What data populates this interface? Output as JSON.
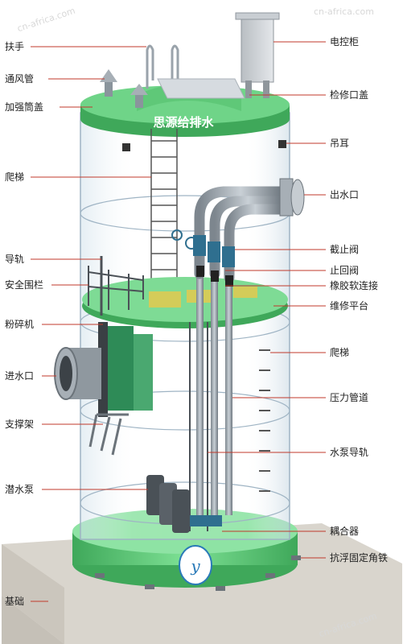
{
  "brand": "思源给排水",
  "watermarks": [
    "cn-africa.com",
    "cn-africa.com",
    "cn-africa.com"
  ],
  "left_labels": {
    "handrail": "扶手",
    "vent_pipe": "通风管",
    "reinforced_cover": "加强筒盖",
    "ladder": "爬梯",
    "guide_rail": "导轨",
    "safety_fence": "安全围栏",
    "crusher": "粉碎机",
    "inlet": "进水口",
    "support_frame": "支撑架",
    "submersible_pump": "潜水泵",
    "foundation": "基础"
  },
  "right_labels": {
    "control_cabinet": "电控柜",
    "manhole_cover": "检修口盖",
    "lifting_lug": "吊耳",
    "outlet": "出水口",
    "gate_valve": "截止阀",
    "check_valve": "止回阀",
    "rubber_joint": "橡胶软连接",
    "maintenance_platform": "维修平台",
    "ladder_lower": "爬梯",
    "pressure_pipe": "压力管道",
    "pump_guide_rail": "水泵导轨",
    "coupling": "耦合器",
    "anti_float_angle": "抗浮固定角铁"
  },
  "colors": {
    "green": "#5fd07a",
    "green_dark": "#3fa85a",
    "glass_edge": "#9fb4c4",
    "pipe": "#9aa3ab",
    "valve": "#2f6f8f",
    "ground": "#d8d4cc",
    "leader": "#c0392b"
  }
}
